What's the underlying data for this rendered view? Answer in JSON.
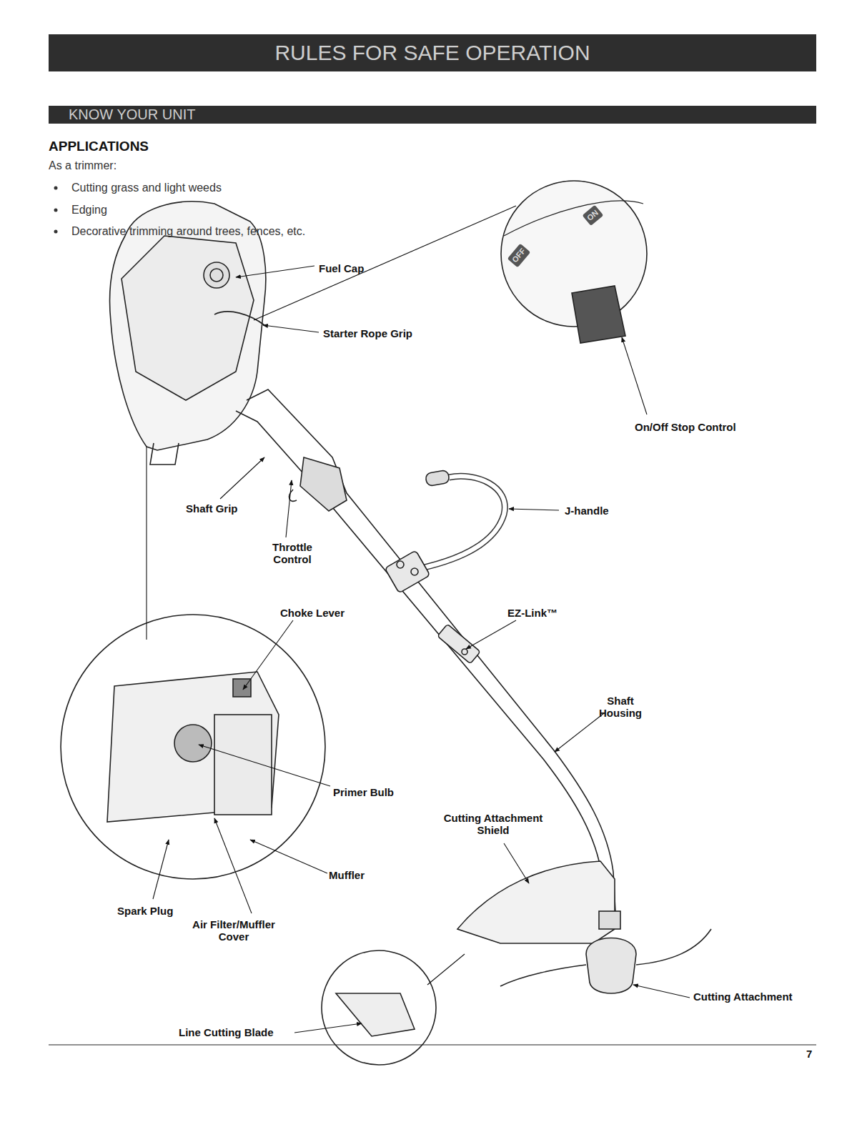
{
  "diagram": {
    "nodes": [
      {
        "text": [
          "RULES FOR SAFE OPERATION"
        ]
      },
      {
        "text": [
          "KNOW YOUR UNIT"
        ]
      }
    ],
    "labels": [
      "APPLICATIONS",
      "As a trimmer:",
      "Cutting grass and light weeds",
      "Edging",
      "Decorative trimming around trees, fences, etc.",
      "Fuel Cap",
      "Starter Rope Grip",
      "OFF",
      "ON",
      "On/Off Stop Control",
      "Shaft Grip",
      "J-handle",
      "Throttle Control",
      "Choke Lever",
      "EZ-Link™",
      "Shaft Housing",
      "Primer Bulb",
      "Cutting Attachment Shield",
      "Muffler",
      "Spark Plug",
      "Air Filter/Muffler Cover",
      "Cutting Attachment",
      "Line Cutting Blade",
      "7"
    ]
  }
}
